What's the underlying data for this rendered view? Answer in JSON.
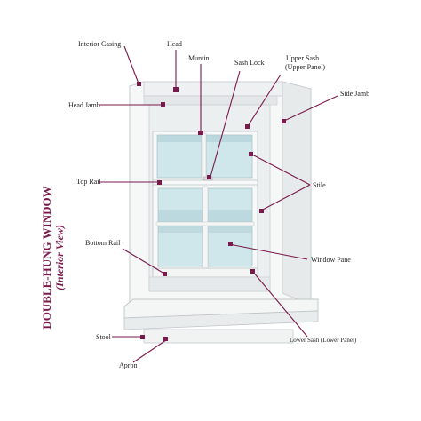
{
  "title": {
    "main": "DOUBLE-HUNG WINDOW",
    "sub": "(Interior View)"
  },
  "labels": {
    "interior_casing": "Interior Casing",
    "head": "Head",
    "muntin": "Muntin",
    "sash_lock": "Sash Lock",
    "upper_sash_1": "Upper Sash",
    "upper_sash_2": "(Upper Panel)",
    "side_jamb": "Side Jamb",
    "head_jamb": "Head Jamb",
    "stile": "Stile",
    "top_rail": "Top Rail",
    "bottom_rail": "Bottom Rail",
    "window_pane": "Window Pane",
    "stool": "Stool",
    "lower_sash": "Lower Sash (Lower Panel)",
    "apron": "Apron"
  },
  "colors": {
    "accent": "#7a1a4c",
    "frame": "#f4f5f5",
    "frame_edge": "#c9ced0",
    "glass": "#cfe6ea",
    "glass_dark": "#a9ccd3"
  }
}
